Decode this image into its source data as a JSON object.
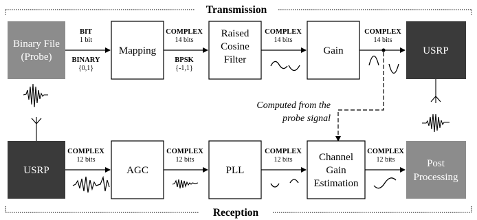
{
  "sections": {
    "top_title": "Transmission",
    "bottom_title": "Reception"
  },
  "tx": {
    "binary_file": [
      "Binary File",
      "(Probe)"
    ],
    "mapping": "Mapping",
    "rc_filter": [
      "Raised",
      "Cosine",
      "Filter"
    ],
    "gain": "Gain",
    "usrp": "USRP",
    "edge1_top": [
      "BIT",
      "1 bit"
    ],
    "edge1_bot": [
      "BINARY",
      "{0,1}"
    ],
    "edge2_top": [
      "COMPLEX",
      "14 bits"
    ],
    "edge2_bot": [
      "BPSK",
      "{-1,1}"
    ],
    "edge3_top": [
      "COMPLEX",
      "14 bits"
    ],
    "edge4_top": [
      "COMPLEX",
      "14 bits"
    ]
  },
  "annotation": [
    "Computed from the",
    "probe signal"
  ],
  "rx": {
    "usrp": "USRP",
    "agc": "AGC",
    "pll": "PLL",
    "channel_gain": [
      "Channel",
      "Gain",
      "Estimation"
    ],
    "post": [
      "Post",
      "Processing"
    ],
    "edge1_top": [
      "COMPLEX",
      "12 bits"
    ],
    "edge2_top": [
      "COMPLEX",
      "12 bits"
    ],
    "edge3_top": [
      "COMPLEX",
      "12 bits"
    ],
    "edge4_top": [
      "COMPLEX",
      "12 bits"
    ]
  },
  "colors": {
    "light_block": "#8c8c8c",
    "dark_block": "#3a3a3a",
    "line": "#000000"
  }
}
